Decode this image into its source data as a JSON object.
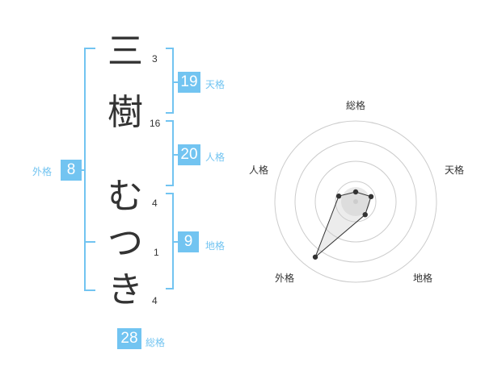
{
  "colors": {
    "accent": "#72c4f1",
    "text": "#333333",
    "ring": "#cccccc",
    "fill": "#e8e8e8"
  },
  "name": {
    "chars": [
      {
        "char": "三",
        "strokes": "3"
      },
      {
        "char": "樹",
        "strokes": "16"
      },
      {
        "char": "む",
        "strokes": "4"
      },
      {
        "char": "つ",
        "strokes": "1"
      },
      {
        "char": "き",
        "strokes": "4"
      }
    ]
  },
  "fortune": {
    "tenkaku": {
      "value": "19",
      "label": "天格"
    },
    "jinkaku": {
      "value": "20",
      "label": "人格"
    },
    "chikaku": {
      "value": "9",
      "label": "地格"
    },
    "gaikaku": {
      "value": "8",
      "label": "外格"
    },
    "soukaku": {
      "value": "28",
      "label": "総格"
    }
  },
  "radar": {
    "axes": [
      "総格",
      "天格",
      "地格",
      "外格",
      "人格"
    ],
    "levels": 4,
    "values": [
      0.12,
      0.2,
      0.2,
      0.85,
      0.22
    ]
  }
}
